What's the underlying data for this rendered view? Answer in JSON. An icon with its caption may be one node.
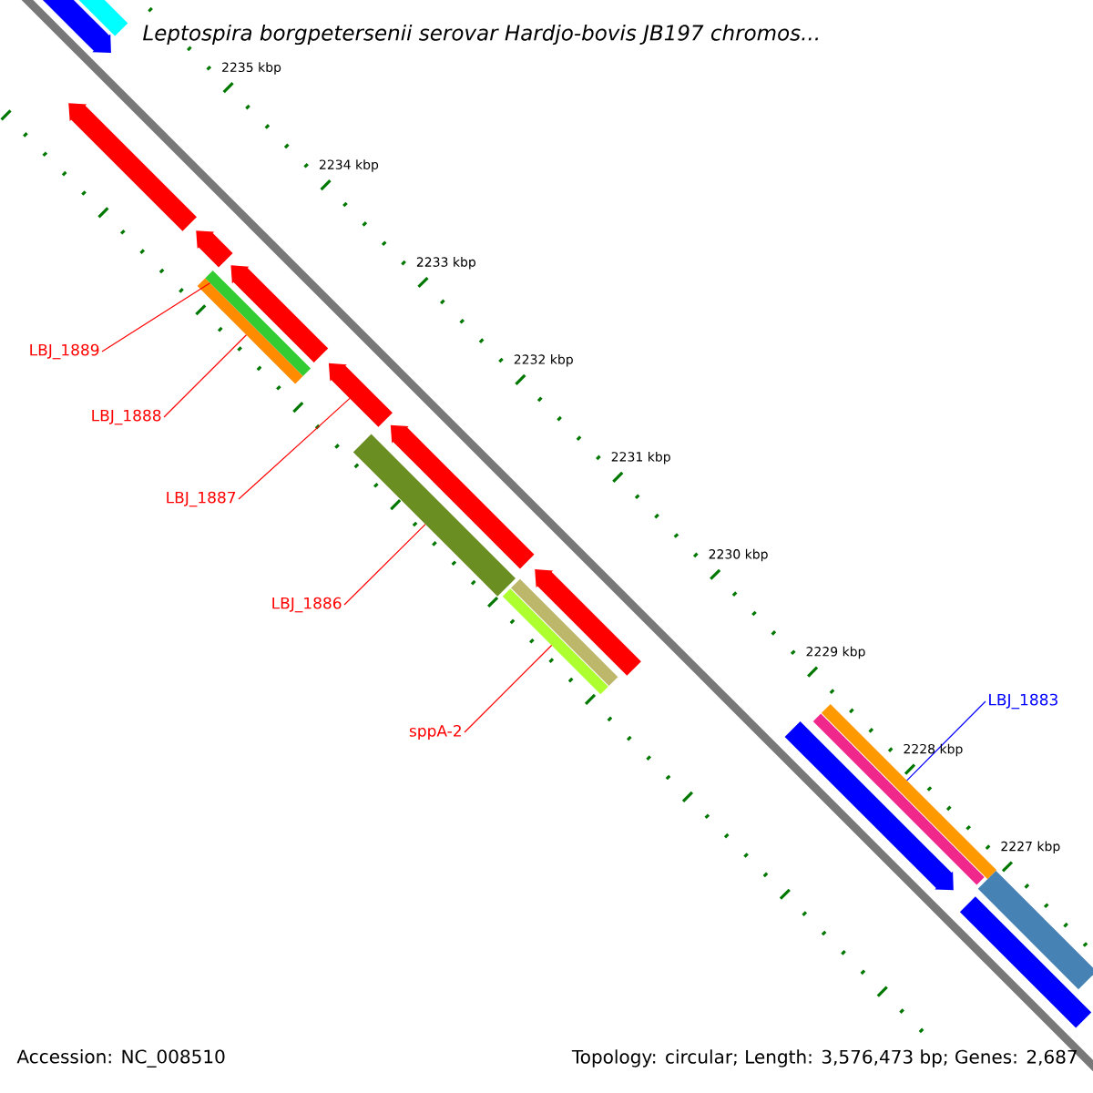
{
  "diagram": {
    "title": "Leptospira borgpetersenii serovar Hardjo-bovis JB197 chromos...",
    "nodes": [
      {
        "text": [
          "LBJ_1889"
        ]
      },
      {
        "text": [
          "LBJ_1888"
        ]
      },
      {
        "text": [
          "LBJ_1887"
        ]
      },
      {
        "text": [
          "LBJ_1886"
        ]
      },
      {
        "text": [
          "sppA-2"
        ]
      },
      {
        "text": [
          "LBJ_1883"
        ]
      },
      {
        "text": [],
        "shape": "bar"
      },
      {
        "text": [],
        "shape": "bar"
      },
      {
        "text": [],
        "shape": "bar"
      },
      {
        "text": [],
        "shape": "bar"
      },
      {
        "text": [],
        "shape": "bar"
      },
      {
        "text": [],
        "shape": "bar"
      },
      {
        "text": [],
        "shape": "bar"
      },
      {
        "text": [],
        "shape": "bar"
      },
      {
        "text": [],
        "shape": "bar"
      },
      {
        "text": [],
        "shape": "bar"
      },
      {
        "text": [],
        "shape": "bar"
      },
      {
        "text": [],
        "shape": "bar"
      },
      {
        "text": [],
        "shape": "bar"
      },
      {
        "text": [],
        "shape": "bar"
      },
      {
        "text": [],
        "shape": "bar"
      },
      {
        "text": [],
        "shape": "bar"
      },
      {
        "text": [],
        "shape": "bar"
      },
      {
        "text": [],
        "shape": "bar"
      }
    ],
    "edges": [
      {
        "from": 0,
        "to": 10,
        "arrow": "none"
      },
      {
        "from": 1,
        "to": 11,
        "arrow": "none"
      },
      {
        "from": 2,
        "to": 13,
        "arrow": "none"
      },
      {
        "from": 3,
        "to": 14,
        "arrow": "none"
      },
      {
        "from": 4,
        "to": 17,
        "arrow": "none"
      },
      {
        "from": 5,
        "to": 21,
        "arrow": "none",
        "color": "#0000ff"
      }
    ],
    "labels": [
      "2235 kbp",
      "2234 kbp",
      "2233 kbp",
      "2232 kbp",
      "2231 kbp",
      "2230 kbp",
      "2229 kbp",
      "2228 kbp",
      "2227 kbp",
      "Accession: NC_008510",
      "Topology: circular; Length: 3,576,473 bp; Genes: 2,687"
    ]
  }
}
